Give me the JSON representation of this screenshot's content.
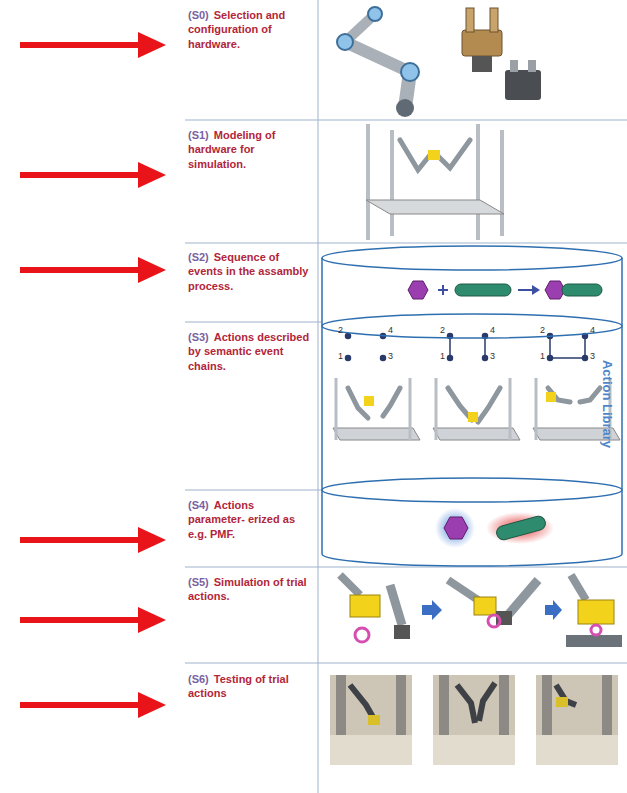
{
  "diagram": {
    "nodes": [
      {
        "text": [
          "(S0)",
          "Selection and configuration of hardware."
        ]
      },
      {
        "text": [
          "(S1)",
          "Modeling of hardware for simulation."
        ]
      },
      {
        "text": [
          "(S2)",
          "Sequence of events in the assambly process."
        ]
      },
      {
        "text": [
          "(S3)",
          "Actions described by semantic event chains."
        ]
      },
      {
        "text": [
          "(S4)",
          "Actions parameter- erized as e.g. PMF."
        ]
      },
      {
        "text": [
          "(S5)",
          "Simulation of trial actions."
        ]
      },
      {
        "text": [
          "(S6)",
          "Testing of trial actions"
        ]
      },
      {
        "text": [
          "Action Library"
        ]
      }
    ],
    "labels": [
      "2",
      "4",
      "1",
      "3",
      "2",
      "4",
      "1",
      "3",
      "2",
      "4",
      "1",
      "3"
    ]
  }
}
